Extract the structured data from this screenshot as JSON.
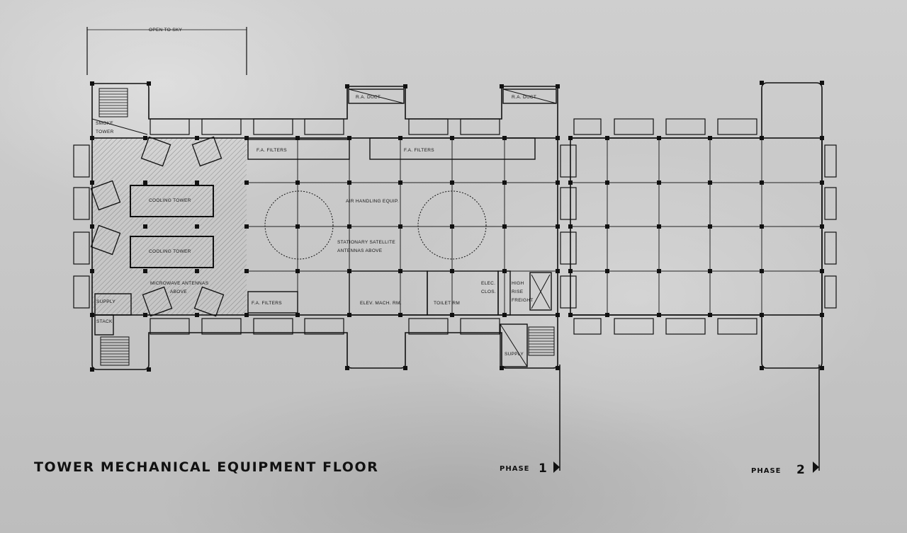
{
  "drawing": {
    "title": "TOWER MECHANICAL EQUIPMENT FLOOR",
    "open_to_sky": "OPEN TO SKY",
    "phase1": {
      "word": "PHASE",
      "num": "1"
    },
    "phase2": {
      "word": "PHASE",
      "num": "2"
    }
  },
  "labels": {
    "smoke_tower": [
      "SMOKE",
      "TOWER"
    ],
    "ra_duct_1": "R.A. DUCT",
    "ra_duct_2": "R.A. DUCT",
    "fa_filters_1": "F.A. FILTERS",
    "fa_filters_2": "F.A. FILTERS",
    "fa_filters_3": "F.A. FILTERS",
    "cooling_tower_1": "COOLING TOWER",
    "cooling_tower_2": "COOLING TOWER",
    "air_handling": "AIR HANDLING EQUIP.",
    "satellite": [
      "STATIONARY SATELLITE",
      "ANTENNAS ABOVE"
    ],
    "microwave": [
      "MICROWAVE ANTENNAS",
      "ABOVE"
    ],
    "supply_1": "SUPPLY",
    "stack": "STACK",
    "elev_mach": "ELEV. MACH. RM.",
    "toilet": "TOILET RM",
    "elec_clos": [
      "ELEC.",
      "CLOS."
    ],
    "freight": [
      "HIGH",
      "RISE",
      "FREIGHT"
    ],
    "supply_2": "SUPPLY"
  }
}
